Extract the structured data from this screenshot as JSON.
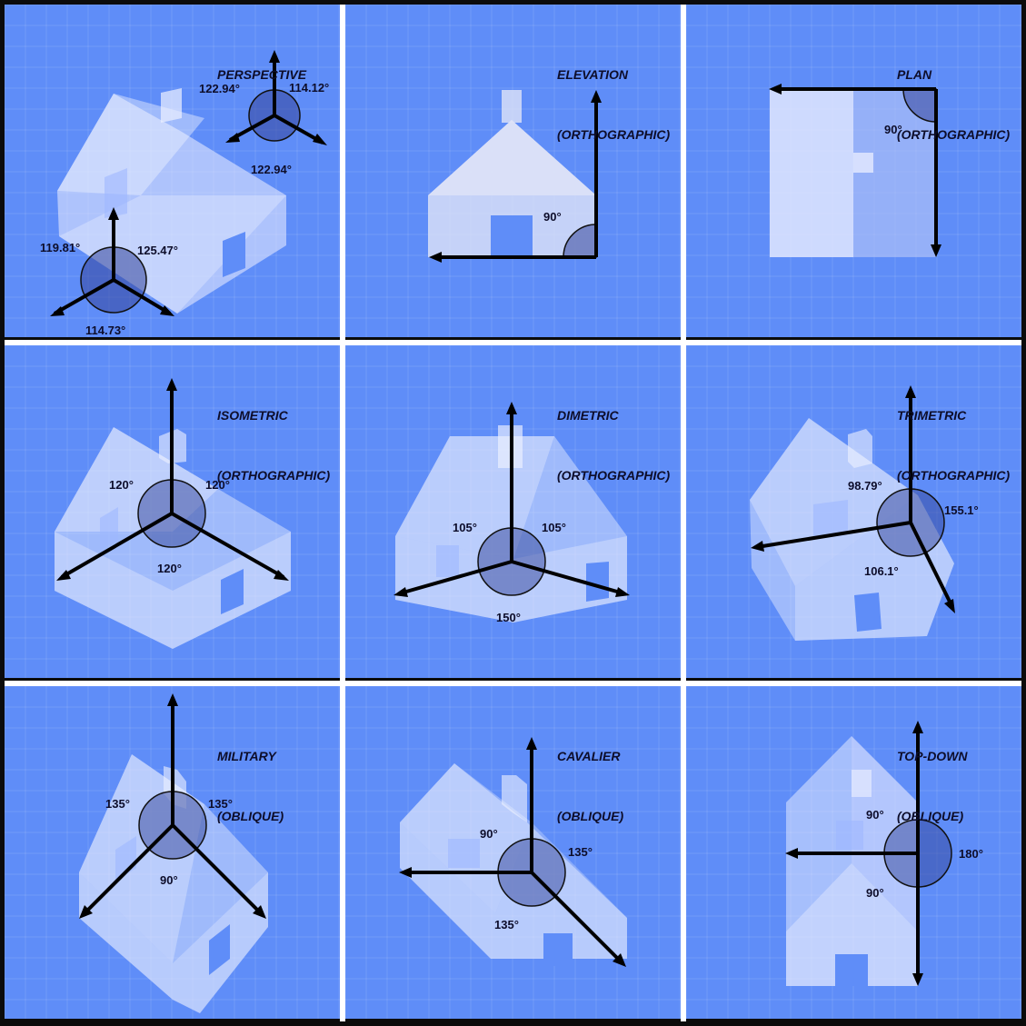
{
  "colors": {
    "background": "#5f8df8",
    "frame": "#0b0b0b",
    "house": "#e8edff",
    "axes": "#000000"
  },
  "panels": [
    {
      "id": "perspective",
      "title1": "PERSPECTIVE",
      "title2": "",
      "angles": [
        "122.94°",
        "114.12°",
        "122.94°",
        "119.81°",
        "125.47°",
        "114.73°"
      ]
    },
    {
      "id": "elevation",
      "title1": "ELEVATION",
      "title2": "(ORTHOGRAPHIC)",
      "angles": [
        "90°"
      ]
    },
    {
      "id": "plan",
      "title1": "PLAN",
      "title2": "(ORTHOGRAPHIC)",
      "angles": [
        "90°"
      ]
    },
    {
      "id": "isometric",
      "title1": "ISOMETRIC",
      "title2": "(ORTHOGRAPHIC)",
      "angles": [
        "120°",
        "120°",
        "120°"
      ]
    },
    {
      "id": "dimetric",
      "title1": "DIMETRIC",
      "title2": "(ORTHOGRAPHIC)",
      "angles": [
        "105°",
        "105°",
        "150°"
      ]
    },
    {
      "id": "trimetric",
      "title1": "TRIMETRIC",
      "title2": "(ORTHOGRAPHIC)",
      "angles": [
        "98.79°",
        "155.1°",
        "106.1°"
      ]
    },
    {
      "id": "military",
      "title1": "MILITARY",
      "title2": "(OBLIQUE)",
      "angles": [
        "135°",
        "135°",
        "90°"
      ]
    },
    {
      "id": "cavalier",
      "title1": "CAVALIER",
      "title2": "(OBLIQUE)",
      "angles": [
        "90°",
        "135°",
        "135°"
      ]
    },
    {
      "id": "top-down",
      "title1": "TOP-DOWN",
      "title2": "(OBLIQUE)",
      "angles": [
        "90°",
        "180°",
        "90°"
      ]
    }
  ]
}
